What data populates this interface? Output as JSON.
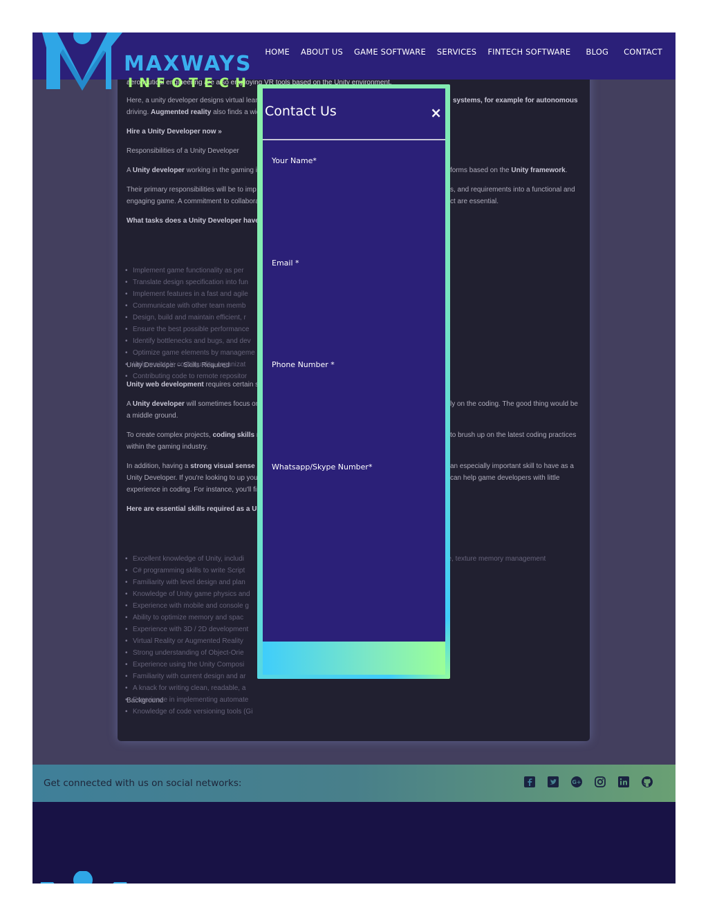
{
  "brand": {
    "name": "MAXWAYS",
    "sub": "INFOTECH"
  },
  "nav": {
    "items": [
      "HOME",
      "ABOUT US",
      "GAME SOFTWARE",
      "SERVICES",
      "FINTECH SOFTWARE",
      "BLOG",
      "CONTACT"
    ]
  },
  "article": {
    "lines": {
      "intro_tail": "aeronautical engineering are also employing VR tools based on the Unity environment.",
      "p1a": "Here, a unity developer designs virtual lear",
      "p1b": "systems, for example for autonomous",
      "p1c": "driving.",
      "p1c_bold": "Augmented reality",
      "p1c_rest": "also finds a wid",
      "hire": "Hire a Unity Developer now »",
      "resp": "Responsibilities of a Unity Developer",
      "p2a": "A",
      "p2a_bold": "Unity developer",
      "p2a_rest": "working in the gaming in",
      "p2b": "forms based on the",
      "p2b_bold": "Unity framework",
      "p2b_end": ".",
      "p3a": "Their primary responsibilities will be to imp",
      "p3b": "s, and requirements into a functional and",
      "p3c": "engaging game. A commitment to collabora",
      "p3d": "ct are essential.",
      "tasks": "What tasks does a Unity Developer have?",
      "skills_req": "Unity Developer – Skills Required",
      "p4_bold": "Unity web development",
      "p4_rest": "requires certain sk",
      "p5a": "A",
      "p5a_bold": "Unity developer",
      "p5a_rest": "will sometimes focus on",
      "p5b": "ly on the coding. The good thing would be",
      "p5c": "a middle ground.",
      "p6a": "To create complex projects,",
      "p6a_bold": "coding skills",
      "p6a_rest": "ne",
      "p6b": "to brush up on the latest coding practices",
      "p6c": "within the gaming industry.",
      "p7a": "In addition, having a",
      "p7a_bold": "strong visual sense",
      "p7a_rest": "al",
      "p7b": "an especially important skill to have as a",
      "p7c": "Unity Developer. If you're looking to up you",
      "p7d": "can help game developers with little",
      "p7e": "experience in coding. For instance, you'll fin",
      "essential": "Here are essential skills required as a Unit",
      "background": "Background"
    },
    "tasks_list": [
      "Implement game functionality as per",
      "Translate design specification into fun",
      "Implement features in a fast and agile",
      "Communicate with other team memb",
      "Design, build and maintain efficient, r",
      "Ensure the best possible performance",
      "Identify bottlenecks and bugs, and dev",
      "Optimize game elements by manageme",
      "Help maintain code quality, organizat",
      "Contributing code to remote repositor"
    ],
    "skills_list": [
      "Excellent knowledge of Unity, includi",
      "C# programming skills to write Script",
      "Familiarity with level design and plan",
      "Knowledge of Unity game physics and",
      "Experience with mobile and console g",
      "Ability to optimize memory and spac",
      "Experience with 3D / 2D development",
      "Virtual Reality or Augmented Reality",
      "Strong understanding of Object-Orie",
      "Experience using the Unity Composi",
      "Familiarity with current design and ar",
      "A knack for writing clean, readable, a",
      "Experience in implementing automate",
      "Knowledge of code versioning tools (Gi"
    ],
    "skills_tail": "ime, texture memory management"
  },
  "modal": {
    "title": "Contact Us",
    "close": "×",
    "fields": [
      "Your Name*",
      "Email *",
      "Phone Number *",
      "Whatsapp/Skype Number*"
    ]
  },
  "social": {
    "text": "Get connected with us on social networks:",
    "icons": [
      "facebook-icon",
      "twitter-icon",
      "google-plus-icon",
      "instagram-icon",
      "linkedin-icon",
      "github-icon"
    ]
  },
  "colors": {
    "navbar": "#2b2079",
    "accent_blue": "#3ab0ee",
    "accent_green": "#a8ff7a",
    "footer": "#181245"
  }
}
